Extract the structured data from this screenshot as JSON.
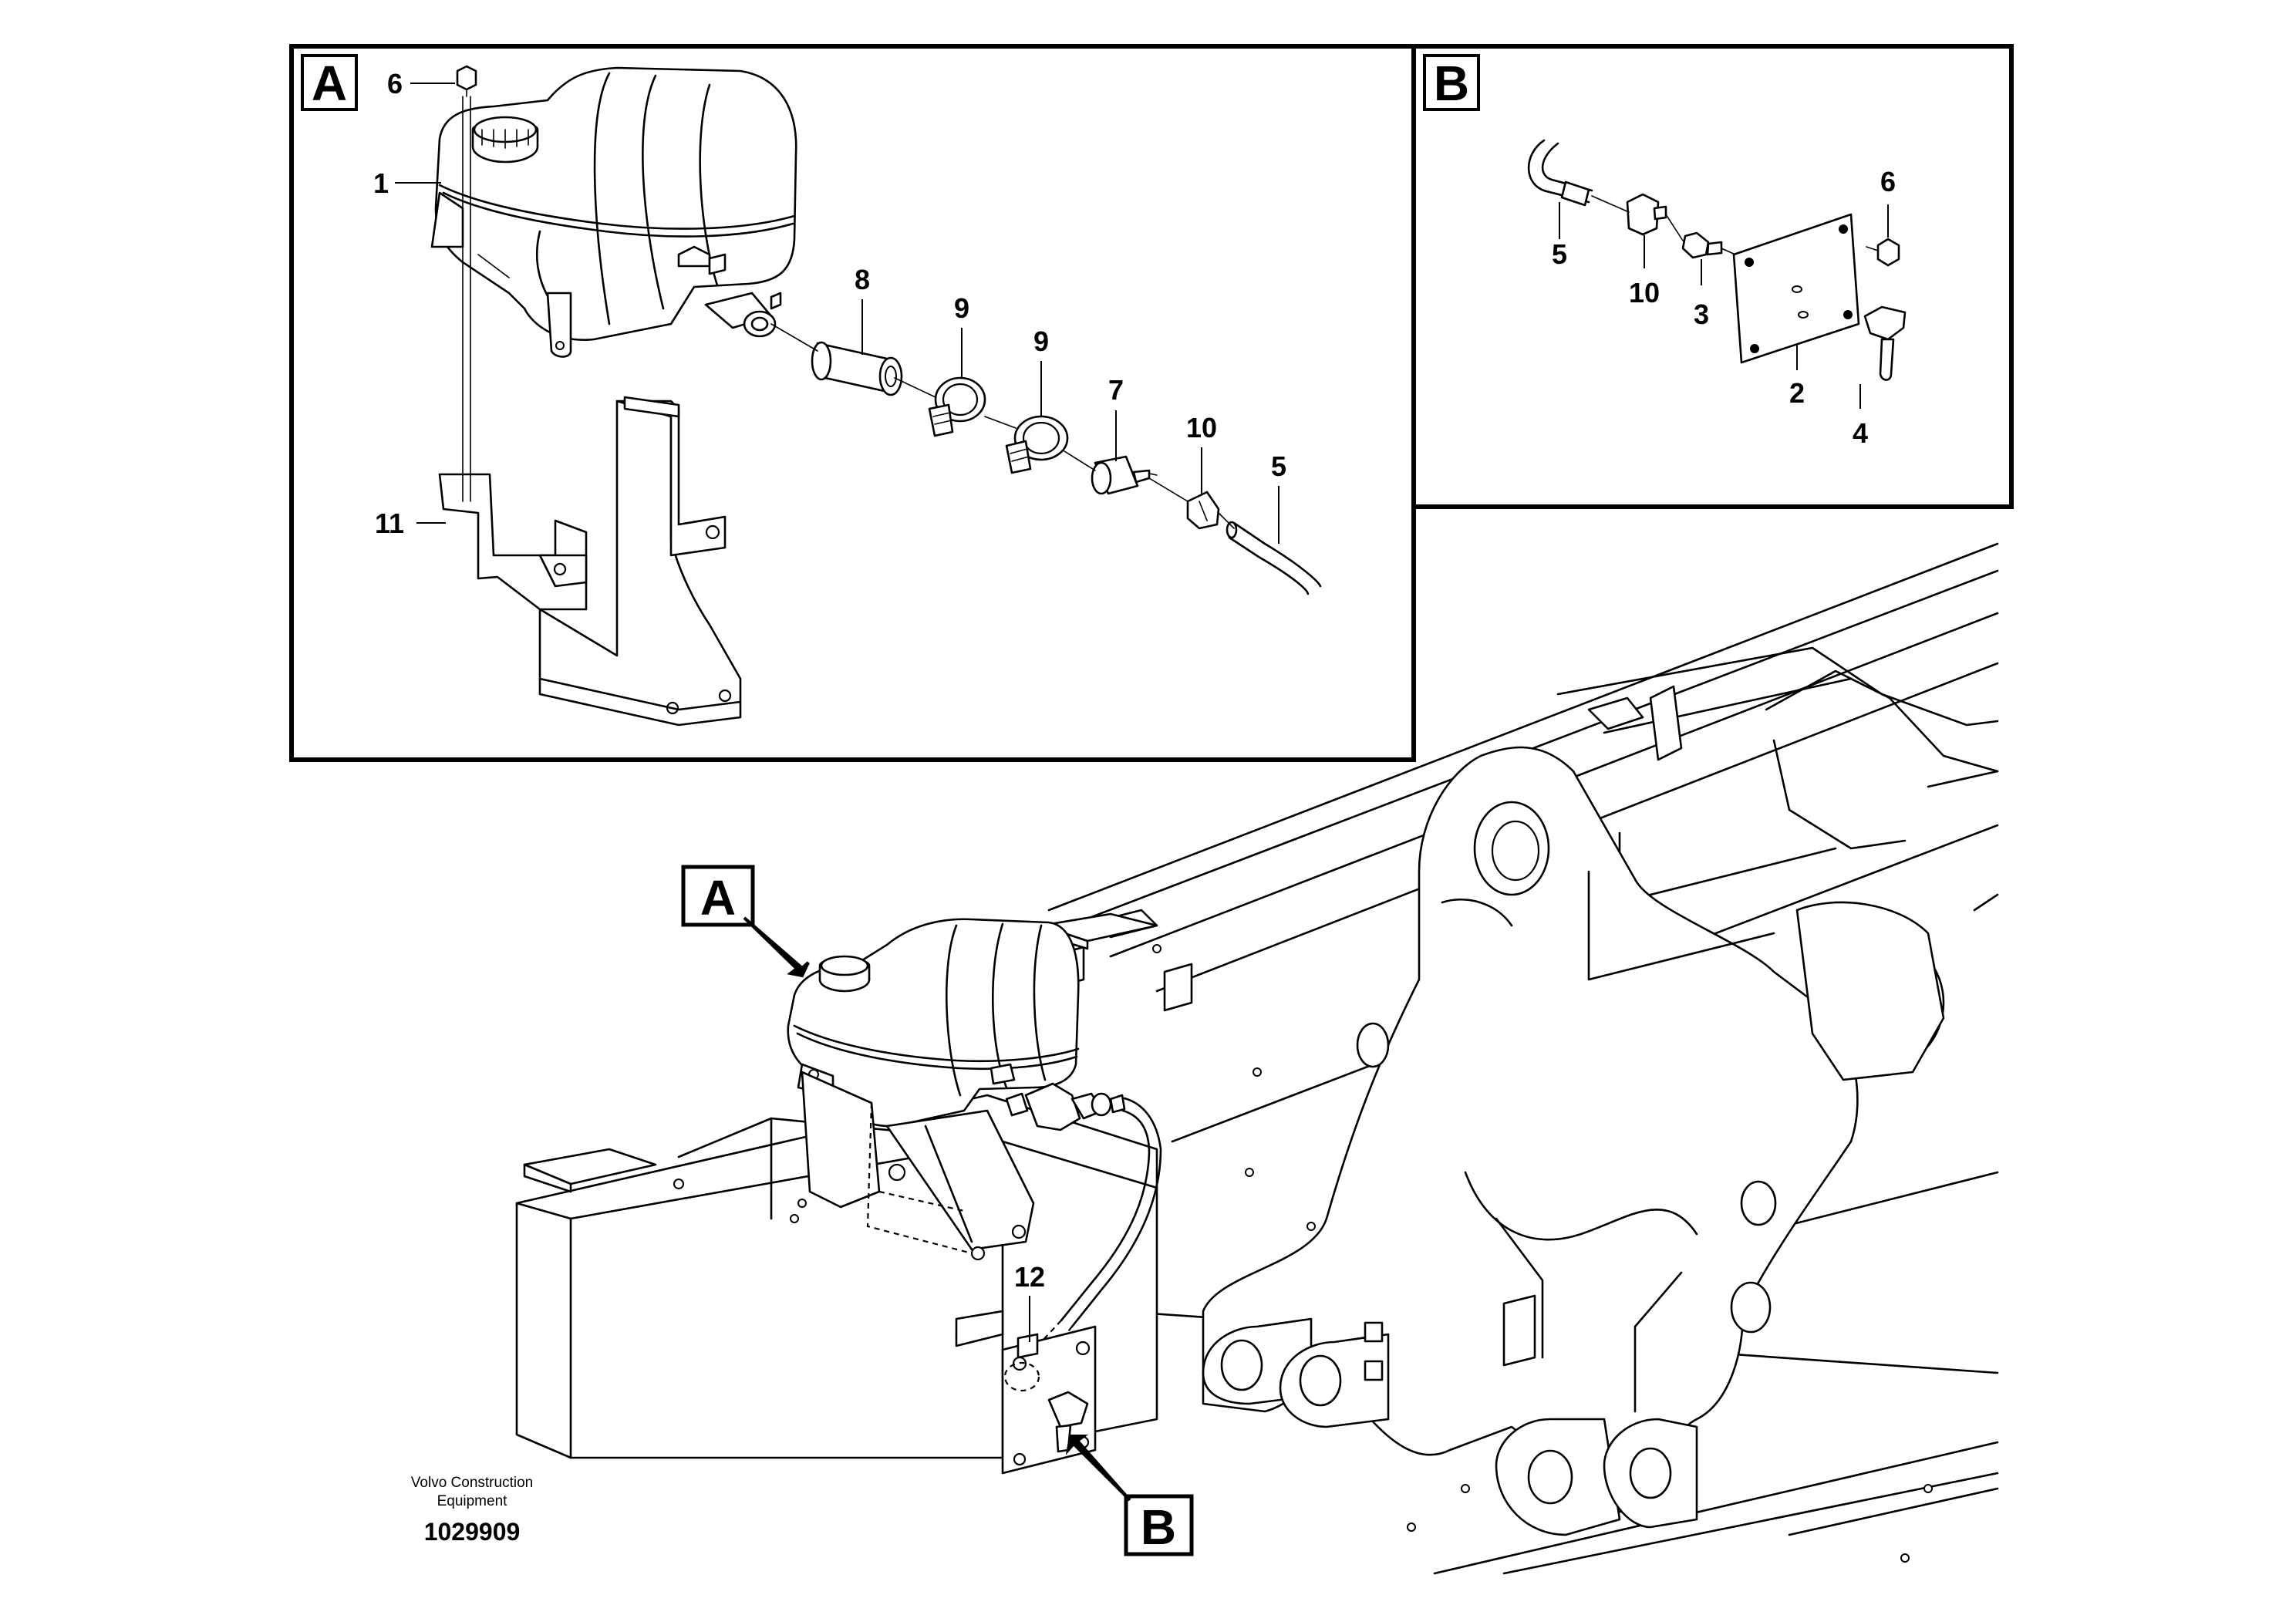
{
  "detail_a": {
    "letter": "A",
    "callouts": [
      "6",
      "1",
      "8",
      "9",
      "9",
      "7",
      "10",
      "5",
      "11"
    ]
  },
  "detail_b": {
    "letter": "B",
    "callouts": [
      "5",
      "10",
      "3",
      "2",
      "6",
      "4"
    ]
  },
  "overview": {
    "marker_a": "A",
    "marker_b": "B",
    "callout_12": "12"
  },
  "footer": {
    "maker_line1": "Volvo Construction",
    "maker_line2": "Equipment",
    "drawing_number": "1029909"
  }
}
